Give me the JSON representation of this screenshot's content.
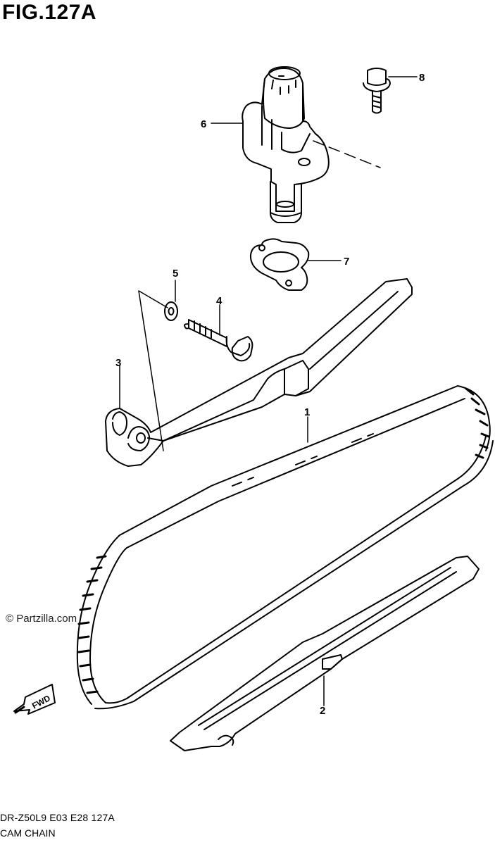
{
  "figure": {
    "title": "FIG.127A"
  },
  "callouts": [
    {
      "id": "1",
      "label": "1"
    },
    {
      "id": "2",
      "label": "2"
    },
    {
      "id": "3",
      "label": "3"
    },
    {
      "id": "4",
      "label": "4"
    },
    {
      "id": "5",
      "label": "5"
    },
    {
      "id": "6",
      "label": "6"
    },
    {
      "id": "7",
      "label": "7"
    },
    {
      "id": "8",
      "label": "8"
    }
  ],
  "watermark": "© Partzilla.com",
  "direction_arrow": {
    "label": "FWD",
    "icon": "fwd-arrow-icon"
  },
  "footer": {
    "model_code": "DR-Z50L9  E03  E28  127A",
    "section_name": "CAM CHAIN"
  },
  "colors": {
    "line": "#000000",
    "background": "#ffffff"
  }
}
